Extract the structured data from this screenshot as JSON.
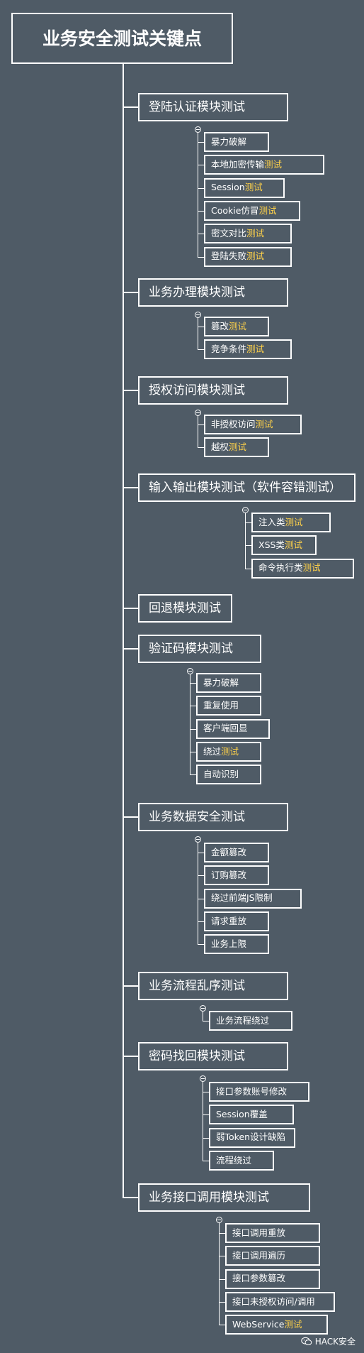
{
  "title": "业务安全测试关键点",
  "branches": [
    {
      "label": "登陆认证模块测试",
      "items": [
        "暴力破解",
        "本地加密传输测试",
        "Session测试",
        "Cookie仿冒测试",
        "密文对比测试",
        "登陆失败测试"
      ]
    },
    {
      "label": "业务办理模块测试",
      "items": [
        "篡改测试",
        "竞争条件测试"
      ]
    },
    {
      "label": "授权访问模块测试",
      "items": [
        "非授权访问测试",
        "越权测试"
      ]
    },
    {
      "label": "输入输出模块测试（软件容错测试）",
      "items": [
        "注入类测试",
        "XSS类测试",
        "命令执行类测试"
      ]
    },
    {
      "label": "回退模块测试",
      "items": []
    },
    {
      "label": "验证码模块测试",
      "items": [
        "暴力破解",
        "重复使用",
        "客户端回显",
        "绕过测试",
        "自动识别"
      ]
    },
    {
      "label": "业务数据安全测试",
      "items": [
        "金额篡改",
        "订购篡改",
        "绕过前端JS限制",
        "请求重放",
        "业务上限"
      ]
    },
    {
      "label": "业务流程乱序测试",
      "items": [
        "业务流程绕过"
      ]
    },
    {
      "label": "密码找回模块测试",
      "items": [
        "接口参数账号修改",
        "Session覆盖",
        "弱Token设计缺陷",
        "流程绕过"
      ]
    },
    {
      "label": "业务接口调用模块测试",
      "items": [
        "接口调用重放",
        "接口调用遍历",
        "接口参数篡改",
        "接口未授权访问/调用",
        "WebService测试"
      ]
    }
  ],
  "highlight_word": "测试",
  "watermark": {
    "icon": "wechat-icon",
    "text": "HACK安全"
  },
  "colors": {
    "background": "#4f5b66",
    "foreground": "#ffffff",
    "highlight": "#ffd24a"
  }
}
